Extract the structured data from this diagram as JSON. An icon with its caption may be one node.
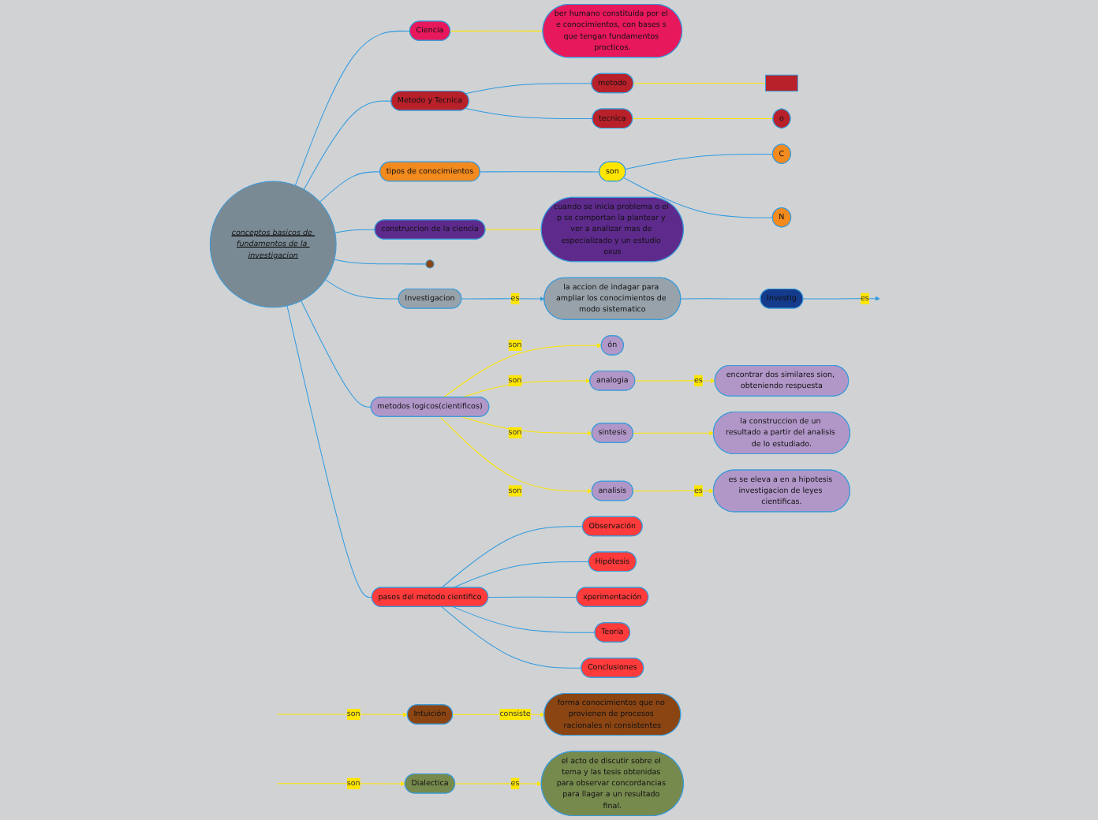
{
  "diagram": {
    "nodes": [
      {
        "text": [
          "conceptos basicos de fundamentos de la investigacion"
        ]
      },
      {
        "text": [
          "Ciencia"
        ]
      },
      {
        "text": [
          "ber humano constituida por el e conocimientos, con bases s que tengan fundamentos procticos."
        ]
      },
      {
        "text": [
          "Metodo y Tecnica"
        ]
      },
      {
        "text": [
          "metodo"
        ]
      },
      {
        "text": [],
        "shape": "box"
      },
      {
        "text": [
          "tecnica"
        ]
      },
      {
        "text": [
          "o"
        ]
      },
      {
        "text": [
          "tipos de conocimientos"
        ]
      },
      {
        "text": [
          "son"
        ]
      },
      {
        "text": [
          "C"
        ]
      },
      {
        "text": [
          "N"
        ]
      },
      {
        "text": [
          "construccion de la ciencia"
        ]
      },
      {
        "text": [
          "cuando se inicia problema o el p se comportan la plantear y ver a analizar mas de especializado y un estudio exus"
        ]
      },
      {
        "text": [],
        "shape": "circle"
      },
      {
        "text": [
          "Intuición"
        ]
      },
      {
        "text": [
          "forma conocimientos que no provienen de procesos racionales ni consistentes"
        ]
      },
      {
        "text": [
          "Dialectica"
        ]
      },
      {
        "text": [
          "el acto de discutir sobre el tema y las tesis obtenidas para observar concordancias para llagar a un resultado final."
        ]
      },
      {
        "text": [
          "Investigacion"
        ]
      },
      {
        "text": [
          "la accion de indagar para ampliar los conocimientos de modo sistematico"
        ]
      },
      {
        "text": [
          "Investig"
        ]
      },
      {
        "text": [
          "metodos logicos(cientificos)"
        ]
      },
      {
        "text": [
          "ón"
        ]
      },
      {
        "text": [
          "analogia"
        ]
      },
      {
        "text": [
          "sintesis"
        ]
      },
      {
        "text": [
          "analisis"
        ]
      },
      {
        "text": [
          "encontrar dos similares sion, obteniendo respuesta"
        ]
      },
      {
        "text": [
          "la construccion de un resultado a partir del analisis de lo estudiado."
        ]
      },
      {
        "text": [
          "es se eleva a en a hipotesis investigacion de leyes cientificas."
        ]
      },
      {
        "text": [
          "pasos del metodo cientifico"
        ]
      },
      {
        "text": [
          "Observación"
        ]
      },
      {
        "text": [
          "Hipótesis"
        ]
      },
      {
        "text": [
          "xperimentación"
        ]
      },
      {
        "text": [
          "Teoria"
        ]
      },
      {
        "text": [
          "Conclusiones"
        ]
      }
    ],
    "edges": [
      {
        "from": 0,
        "to": 1,
        "arrow": "none"
      },
      {
        "from": 1,
        "to": 2,
        "arrow": "none",
        "color": "#ffe600"
      },
      {
        "from": 0,
        "to": 3,
        "arrow": "none"
      },
      {
        "from": 3,
        "to": 4,
        "arrow": "none"
      },
      {
        "from": 4,
        "to": 5,
        "arrow": "none",
        "color": "#ffe600"
      },
      {
        "from": 3,
        "to": 6,
        "arrow": "none"
      },
      {
        "from": 6,
        "to": 7,
        "arrow": "none",
        "color": "#ffe600"
      },
      {
        "from": 0,
        "to": 8,
        "arrow": "none"
      },
      {
        "from": 8,
        "to": 9,
        "arrow": "none"
      },
      {
        "from": 9,
        "to": 10,
        "arrow": "none"
      },
      {
        "from": 9,
        "to": 11,
        "arrow": "none"
      },
      {
        "from": 0,
        "to": 12,
        "arrow": "none"
      },
      {
        "from": 12,
        "to": 13,
        "arrow": "none",
        "color": "#ffe600"
      },
      {
        "from": 0,
        "to": 14,
        "arrow": "none"
      },
      {
        "from": null,
        "to": 15,
        "arrow": "to",
        "label": "son",
        "color": "#ffe600"
      },
      {
        "from": 15,
        "to": 16,
        "arrow": "to",
        "label": "consiste",
        "color": "#ffe600"
      },
      {
        "from": null,
        "to": 17,
        "arrow": "to",
        "label": "son",
        "color": "#ffe600"
      },
      {
        "from": 17,
        "to": 18,
        "arrow": "to",
        "label": "es",
        "color": "#ffe600"
      },
      {
        "from": 0,
        "to": 19,
        "arrow": "none"
      },
      {
        "from": 19,
        "to": 20,
        "arrow": "to",
        "label": "es"
      },
      {
        "from": 20,
        "to": 21,
        "arrow": "none"
      },
      {
        "from": 21,
        "to": null,
        "arrow": "to",
        "label": "es"
      },
      {
        "from": 0,
        "to": 22,
        "arrow": "none"
      },
      {
        "from": 22,
        "to": 23,
        "arrow": "to",
        "label": "son",
        "color": "#ffe600"
      },
      {
        "from": 22,
        "to": 24,
        "arrow": "to",
        "label": "son",
        "color": "#ffe600"
      },
      {
        "from": 22,
        "to": 25,
        "arrow": "to",
        "label": "son",
        "color": "#ffe600"
      },
      {
        "from": 22,
        "to": 26,
        "arrow": "to",
        "label": "son",
        "color": "#ffe600"
      },
      {
        "from": 24,
        "to": 27,
        "arrow": "to",
        "label": "es",
        "color": "#ffe600"
      },
      {
        "from": 25,
        "to": 28,
        "arrow": "to",
        "color": "#ffe600"
      },
      {
        "from": 26,
        "to": 29,
        "arrow": "to",
        "label": "es",
        "color": "#ffe600"
      },
      {
        "from": 0,
        "to": 30,
        "arrow": "none"
      },
      {
        "from": 30,
        "to": 31,
        "arrow": "none"
      },
      {
        "from": 30,
        "to": 32,
        "arrow": "none"
      },
      {
        "from": 30,
        "to": 33,
        "arrow": "none"
      },
      {
        "from": 30,
        "to": 34,
        "arrow": "none"
      },
      {
        "from": 30,
        "to": 35,
        "arrow": "none"
      }
    ]
  }
}
